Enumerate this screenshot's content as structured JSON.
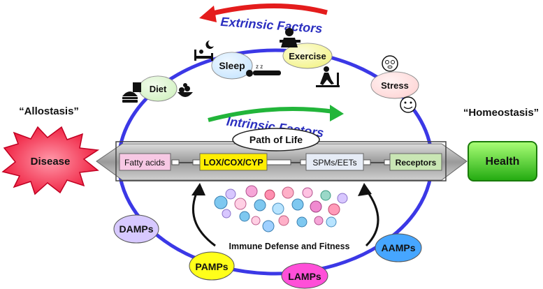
{
  "titles": {
    "extrinsic": "Extrinsic Factors",
    "intrinsic": "Intrinsic Factors",
    "allostasis": "“Allostasis”",
    "homeostasis": "“Homeostasis”"
  },
  "endpoints": {
    "disease": "Disease",
    "health": "Health"
  },
  "path": {
    "label": "Path of Life",
    "boxes": [
      "Fatty acids",
      "LOX/COX/CYP",
      "SPMs/EETs",
      "Receptors"
    ]
  },
  "extrinsic_factors": [
    "Diet",
    "Sleep",
    "Exercise",
    "Stress"
  ],
  "patterns": [
    "DAMPs",
    "PAMPs",
    "LAMPs",
    "AAMPs"
  ],
  "immune_caption": "Immune Defense and Fitness",
  "colors": {
    "ring": "#3b38e6",
    "extrinsic_arrow": "#e41c1c",
    "intrinsic_arrow": "#22b53a",
    "title_text": "#2b2fc0",
    "disease": "#ee2244",
    "health": "#33cc1a",
    "lox_box": "#ffee00",
    "fatty_box": "#f7c8e4",
    "spm_box": "#e6ecf6",
    "receptor_box": "#c9e6b4",
    "damps": "#d7c9ff",
    "pamps": "#ffff1a",
    "lamps": "#ff4fd8",
    "aamps": "#46a6ff",
    "diet": "#d3f2c2",
    "sleep": "#c9e6ff",
    "exercise": "#f4f48a",
    "stress": "#ffd6d6"
  },
  "icons": [
    "bed-moon-icon",
    "sleeping-person-icon",
    "burger-icon",
    "fruit-bowl-icon",
    "weightlifter-icon",
    "treadmill-runner-icon",
    "worried-face-icon",
    "smiley-face-icon",
    "immune-cells-cluster"
  ]
}
